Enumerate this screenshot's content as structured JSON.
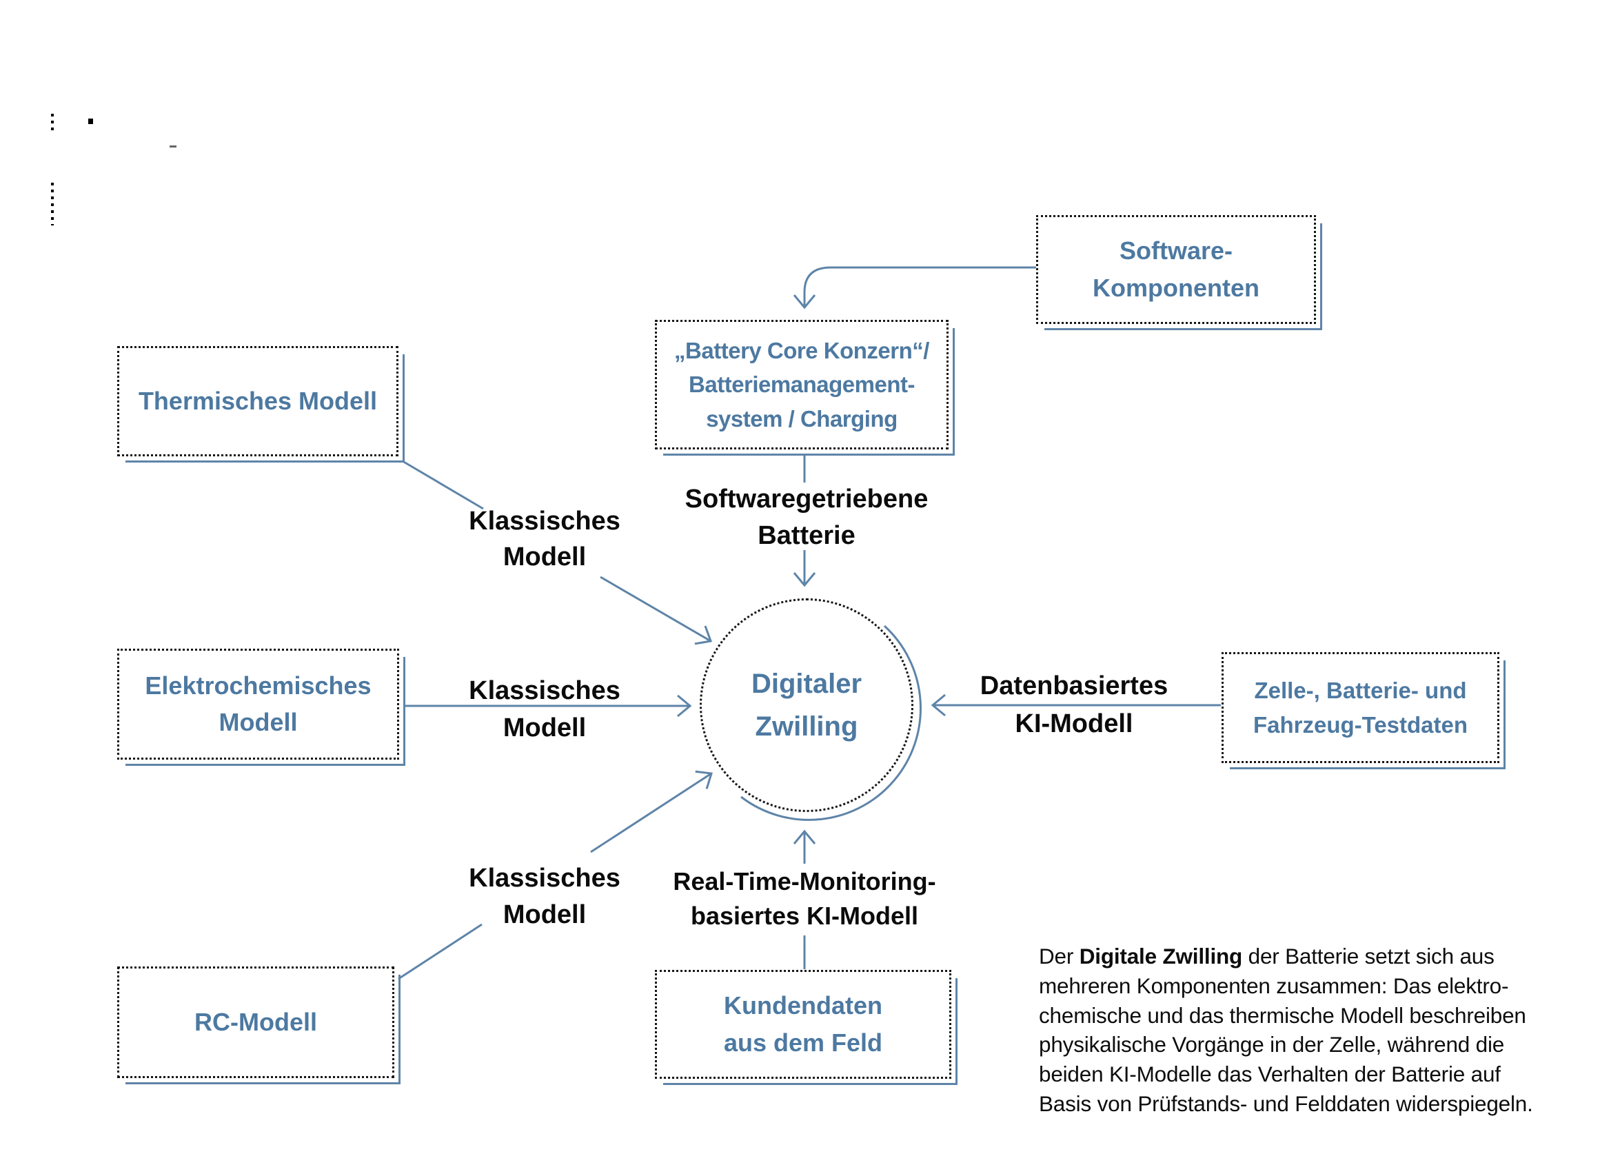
{
  "colors": {
    "accent_blue": "#4d79a1",
    "line_blue": "#5e84a8",
    "text_black": "#0b0b0b"
  },
  "nodes": {
    "software_komponenten": {
      "label": "Software-\nKomponenten"
    },
    "battery_core": {
      "label": "„Battery Core Konzern“/\nBatteriemanagement-\nsystem / Charging"
    },
    "thermisches_modell": {
      "label": "Thermisches Modell"
    },
    "elektrochemisches_modell": {
      "label": "Elektrochemisches\nModell"
    },
    "rc_modell": {
      "label": "RC-Modell"
    },
    "zelle_testdaten": {
      "label": "Zelle-, Batterie- und\nFahrzeug-Testdaten"
    },
    "kundendaten": {
      "label": "Kundendaten\naus dem Feld"
    },
    "digitaler_zwilling": {
      "label": "Digitaler\nZwilling"
    }
  },
  "edge_labels": {
    "klassisches_modell_top": "Klassisches\nModell",
    "klassisches_modell_mid": "Klassisches\nModell",
    "klassisches_modell_bottom": "Klassisches\nModell",
    "softwaregetriebene_batterie": "Softwaregetriebene\nBatterie",
    "datenbasiertes_ki_modell": "Datenbasiertes\nKI-Modell",
    "realtime_ki_modell": "Real-Time-Monitoring-\nbasiertes KI-Modell"
  },
  "caption": {
    "prefix": "Der ",
    "bold": "Digitale Zwilling",
    "rest": " der Batterie setzt sich aus\nmehreren Komponenten zusammen: Das elektro-\nchemische und das thermische Modell beschreiben\nphysikalische Vorgänge in der Zelle, während die\nbeiden KI-Modelle das Verhalten der Batterie auf\nBasis von Prüfstands- und Felddaten widerspiegeln."
  }
}
